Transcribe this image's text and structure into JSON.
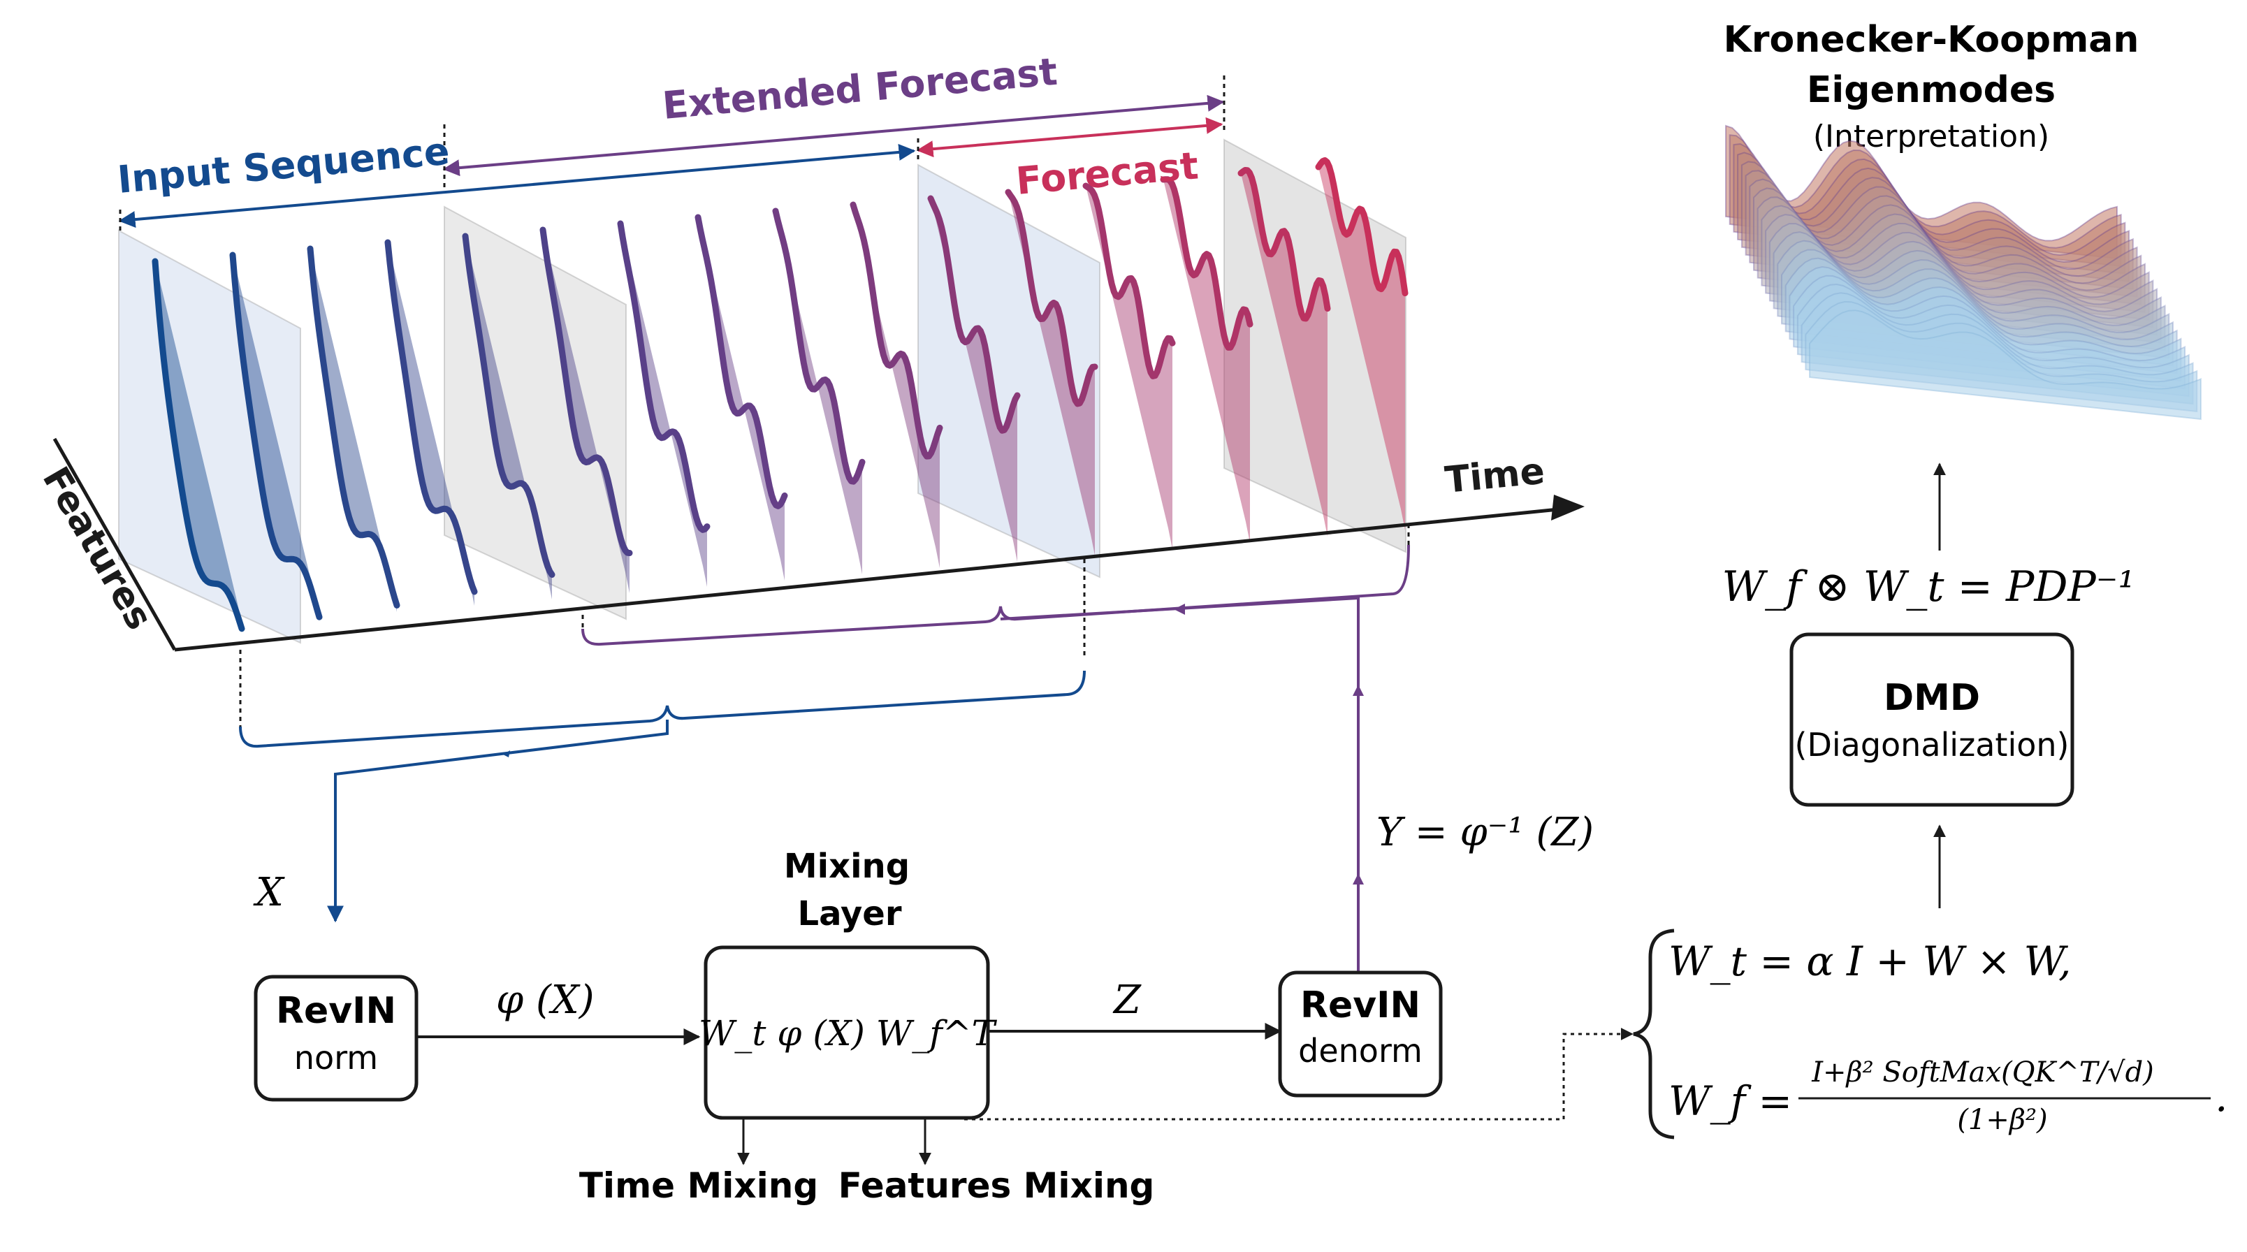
{
  "colors": {
    "input": "#134a8e",
    "extended": "#6b3e86",
    "forecast": "#c8305a",
    "dark": "#1a1a1a",
    "panel_blue": "#9bb4dc",
    "panel_gray": "#c4c4c4"
  },
  "header": {
    "input_sequence": "Input Sequence",
    "extended_forecast": "Extended Forecast",
    "forecast": "Forecast"
  },
  "axes": {
    "time": "Time",
    "features": "Features"
  },
  "eigen": {
    "title_line1": "Kronecker-Koopman",
    "title_line2": "Eigenmodes",
    "subtitle": "(Interpretation)"
  },
  "formulas": {
    "kron": "W_f ⊗ W_t = PDP⁻¹",
    "x_label": "X",
    "phi_x": "φ (X)",
    "z_label": "Z",
    "y_inverse": "Y = φ⁻¹ (Z)",
    "mixing_inner": "W_t φ (X) W_f^T",
    "wt_eq": "W_t = α I + W × W,",
    "wf_lhs": "W_f =",
    "wf_num": "I+β² SoftMax(QK^T/√d)",
    "wf_den": "(1+β²)",
    "wf_dot": "."
  },
  "boxes": {
    "revin_norm_title": "RevIN",
    "revin_norm_sub": "norm",
    "revin_denorm_title": "RevIN",
    "revin_denorm_sub": "denorm",
    "mixing_title_line1": "Mixing",
    "mixing_title_line2": "Layer",
    "dmd_title": "DMD",
    "dmd_sub": "(Diagonalization)"
  },
  "outputs": {
    "time_mixing": "Time Mixing",
    "features_mixing": "Features Mixing"
  }
}
